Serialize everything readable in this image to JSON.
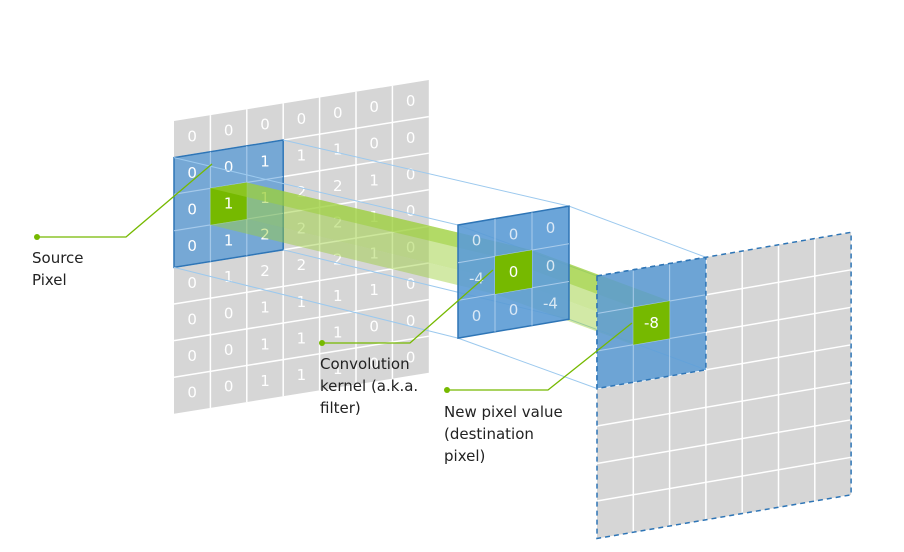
{
  "colors": {
    "grid_fill": "#d6d6d6",
    "grid_line": "#ffffff",
    "kernel_blue": "#5b9bd5",
    "kernel_border": "#2e75b6",
    "highlight_green": "#76b900",
    "beam_green": "#9ccf3a",
    "projection_line": "#9cc9ee",
    "leader_line": "#76b900",
    "text": "#222222"
  },
  "source_grid": {
    "rows": [
      [
        "0",
        "0",
        "0",
        "0",
        "0",
        "0",
        "0"
      ],
      [
        "0",
        "0",
        "1",
        "1",
        "1",
        "0",
        "0"
      ],
      [
        "0",
        "1",
        "1",
        "2",
        "2",
        "1",
        "0"
      ],
      [
        "0",
        "1",
        "2",
        "2",
        "2",
        "1",
        "0"
      ],
      [
        "0",
        "1",
        "2",
        "2",
        "2",
        "1",
        "0"
      ],
      [
        "0",
        "0",
        "1",
        "1",
        "1",
        "1",
        "0"
      ],
      [
        "0",
        "0",
        "1",
        "1",
        "1",
        "0",
        "0"
      ],
      [
        "0",
        "0",
        "1",
        "1",
        "1",
        "0",
        "0"
      ]
    ],
    "source_pixel_value": "1"
  },
  "kernel": {
    "rows": [
      [
        "0",
        "0",
        "0"
      ],
      [
        "-4",
        "0",
        "0"
      ],
      [
        "0",
        "0",
        "-4"
      ]
    ],
    "center_value": "0"
  },
  "destination": {
    "pixel_value": "-8"
  },
  "labels": {
    "source_pixel": [
      "Source",
      "Pixel"
    ],
    "convolution_kernel": [
      "Convolution",
      "kernel (a.k.a.",
      "filter)"
    ],
    "new_pixel_value": [
      "New pixel value",
      "(destination",
      "pixel)"
    ]
  }
}
